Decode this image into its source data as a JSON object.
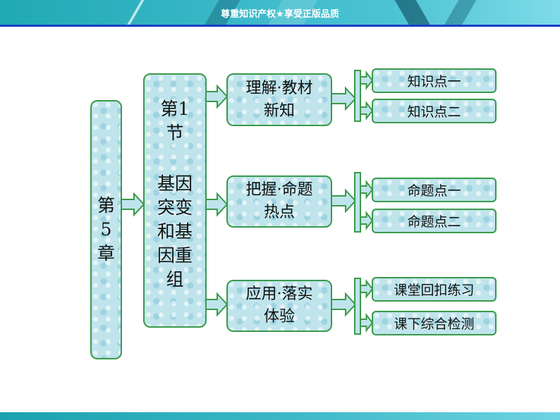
{
  "banner": {
    "text": "尊重知识产权★享受正版品质"
  },
  "chapter": {
    "lines": [
      "第",
      "5",
      "章"
    ]
  },
  "section": {
    "top": [
      "第1",
      "节"
    ],
    "title": [
      "基因",
      "突变",
      "和基",
      "因重",
      "组"
    ]
  },
  "groups": [
    {
      "lines": [
        "理解·教材",
        "新知"
      ],
      "items": [
        "知识点一",
        "知识点二"
      ]
    },
    {
      "lines": [
        "把握·命题",
        "热点"
      ],
      "items": [
        "命题点一",
        "命题点二"
      ]
    },
    {
      "lines": [
        "应用·落实",
        "体验"
      ],
      "items": [
        "课堂回扣练习",
        "课下综合检测"
      ]
    }
  ]
}
